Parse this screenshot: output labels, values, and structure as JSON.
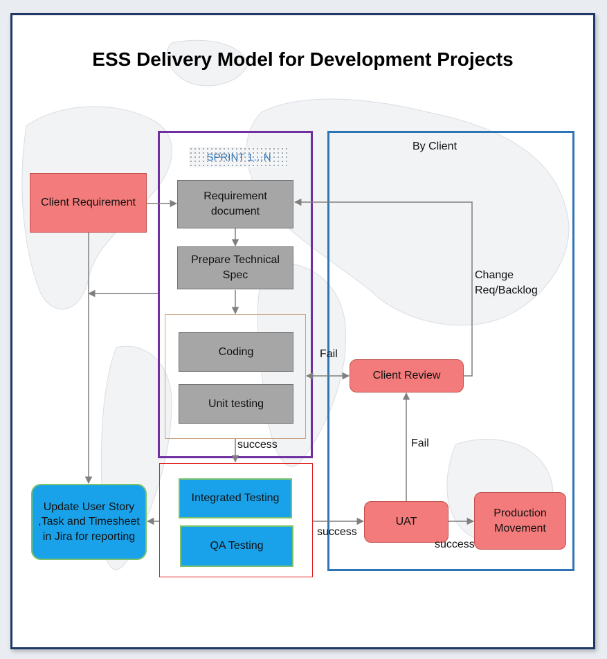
{
  "title": "ESS Delivery Model for Development  Projects",
  "sprint_label": "SPRINT 1…N",
  "by_client_label": "By Client",
  "nodes": {
    "client_requirement": "Client Requirement",
    "requirement_document": "Requirement document",
    "technical_spec": "Prepare Technical Spec",
    "coding": "Coding",
    "unit_testing": "Unit testing",
    "integrated_testing": "Integrated Testing",
    "qa_testing": "QA Testing",
    "update_jira": "Update User Story ,Task and Timesheet  in Jira for reporting",
    "client_review": "Client Review",
    "uat": "UAT",
    "production_movement": "Production Movement"
  },
  "edge_labels": {
    "change_backlog": "Change Req/Backlog",
    "fail_review": "Fail",
    "success_sprint": "success",
    "fail_uat": "Fail",
    "success_testing": "success",
    "success_production": "success"
  },
  "colors": {
    "frame": "#1f3864",
    "sprint_group": "#7030a0",
    "client_group": "#2e75b6",
    "testing_group": "#e02020",
    "coding_group": "#c8a486",
    "gray_box": "#a6a6a6",
    "pink_box": "#f47b7b",
    "blue_box": "#19a2ea",
    "arrow": "#7f7f7f"
  }
}
